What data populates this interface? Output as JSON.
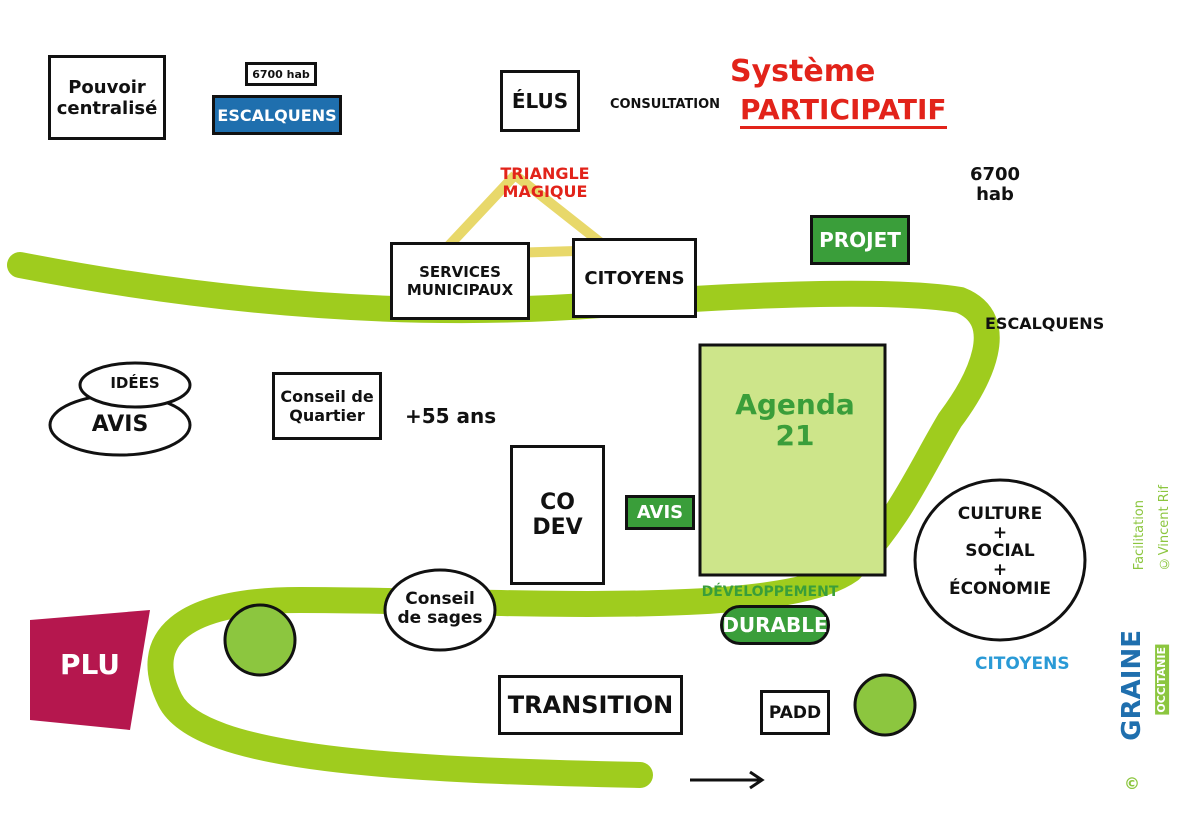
{
  "colors": {
    "road": "#9fcc1e",
    "accent_red": "#e2231a",
    "sign_blue": "#1f6fae",
    "sign_green": "#3a9e3a",
    "plu": "#b5174e",
    "citoyens_blue": "#2a9ad6"
  },
  "top": {
    "pouvoir": "Pouvoir centralisé",
    "city_pop": "6700 hab",
    "city_sign": "ESCALQUENS",
    "elus": "ÉLUS",
    "triangle": "TRIANGLE MAGIQUE",
    "services": "SERVICES MUNICIPAUX",
    "citoyens": "CITOYENS",
    "consultation": "CONSULTATION",
    "systeme": "Système",
    "participatif": "PARTICIPATIF",
    "projet": "PROJET",
    "pop_right": "6700 hab",
    "town_right": "ESCALQUENS"
  },
  "middle": {
    "idees": "IDÉES",
    "avis_bubble": "AVIS",
    "conseil_quartier": "Conseil de Quartier",
    "plus55": "+55 ans",
    "codev": "CO DEV",
    "avis_sign": "AVIS",
    "agenda": "Agenda 21",
    "conseil_sages": "Conseil de sages",
    "culture": "CULTURE",
    "plus1": "+",
    "social": "SOCIAL",
    "plus2": "+",
    "economie": "ÉCONOMIE"
  },
  "bottom": {
    "plu": "PLU",
    "transition": "TRANSITION",
    "developpement": "DÉVELOPPEMENT",
    "durable": "DURABLE",
    "padd": "PADD",
    "citoyens": "CITOYENS"
  },
  "credits": {
    "facilitation": "Facilitation",
    "author": "©Vincent Rif",
    "logo_main": "GRAINE",
    "logo_sub": "OCCITANIE",
    "copyright": "©"
  }
}
